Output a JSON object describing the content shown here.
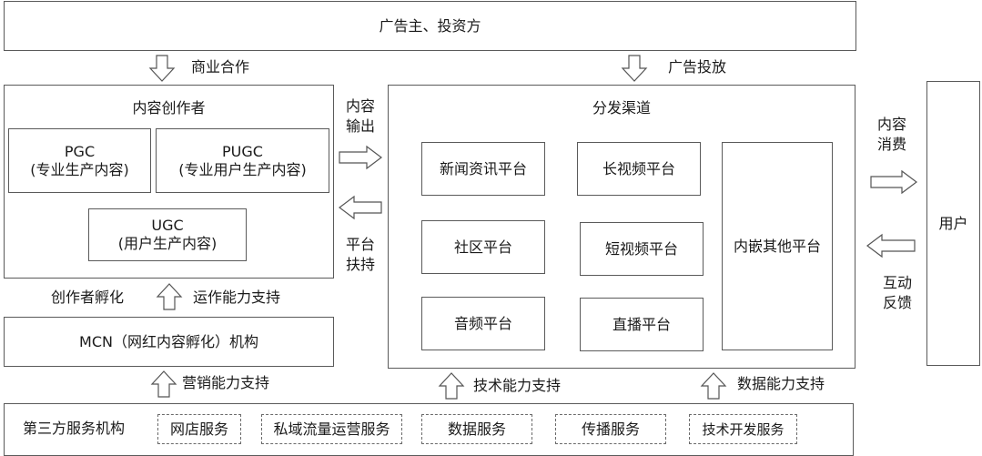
{
  "top_box": "广告主、投资方",
  "arrow_labels": {
    "business_coop": "商业合作",
    "ad_placement": "广告投放",
    "content_output": "内容输出",
    "platform_support": "平台扶持",
    "content_consumption": "内容消费",
    "interaction_feedback": "互动反馈",
    "creator_incubation": "创作者孵化",
    "operation_support": "运作能力支持",
    "marketing_support": "营销能力支持",
    "tech_support": "技术能力支持",
    "data_support": "数据能力支持"
  },
  "creators": {
    "title": "内容创作者",
    "pgc": {
      "name": "PGC",
      "desc": "(专业生产内容)"
    },
    "pugc": {
      "name": "PUGC",
      "desc": "(专业用户生产内容)"
    },
    "ugc": {
      "name": "UGC",
      "desc": "(用户生产内容)"
    }
  },
  "mcn": "MCN（网红内容孵化）机构",
  "distribution": {
    "title": "分发渠道",
    "platforms": [
      "新闻资讯平台",
      "长视频平台",
      "社区平台",
      "短视频平台",
      "音频平台",
      "直播平台"
    ],
    "embedded": "内嵌其他平台"
  },
  "users": "用户",
  "third_party": {
    "title": "第三方服务机构",
    "services": [
      "网店服务",
      "私域流量运营服务",
      "数据服务",
      "传播服务",
      "技术开发服务"
    ]
  }
}
